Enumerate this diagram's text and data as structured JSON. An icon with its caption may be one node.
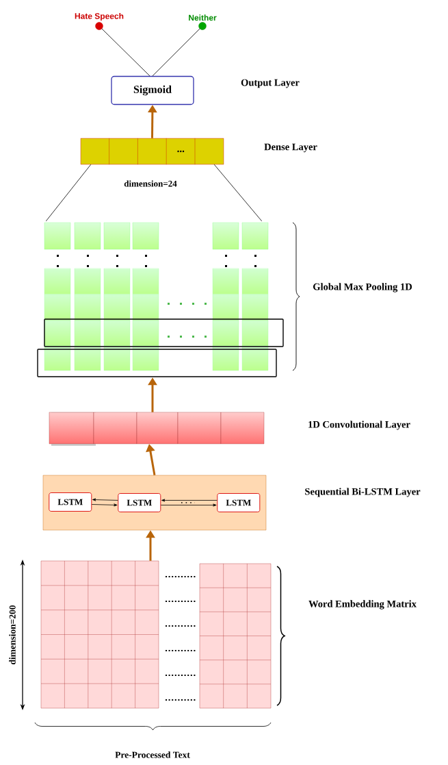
{
  "diagram": {
    "nodes": [
      {
        "text": [
          "Hate Speech"
        ]
      },
      {
        "text": [
          "Neither"
        ]
      },
      {
        "text": [
          "Sigmoid"
        ]
      },
      {
        "text": [
          "..."
        ],
        "beside": [
          "dimension=24"
        ]
      },
      {
        "text": [],
        "shape": "box"
      },
      {
        "text": [],
        "shape": "box"
      },
      {
        "text": [],
        "shape": "box"
      },
      {
        "text": [
          "LSTM"
        ],
        "in": 6
      },
      {
        "text": [
          "LSTM"
        ],
        "in": 6
      },
      {
        "text": [
          "LSTM"
        ],
        "in": 6
      },
      {
        "text": [],
        "shape": "box"
      }
    ],
    "edges": [
      {
        "from": 2,
        "to": 0,
        "arrow": "none"
      },
      {
        "from": 2,
        "to": 1,
        "arrow": "none"
      },
      {
        "from": 3,
        "to": 2,
        "arrow": "to",
        "style": "thick",
        "color": "#b8650a"
      },
      {
        "from": 4,
        "to": 3,
        "arrow": "none"
      },
      {
        "from": 4,
        "to": 3,
        "arrow": "none"
      },
      {
        "from": 5,
        "to": 4,
        "arrow": "to",
        "style": "thick",
        "color": "#b8650a"
      },
      {
        "from": 6,
        "to": 5,
        "arrow": "to",
        "style": "thick",
        "color": "#b8650a"
      },
      {
        "from": 10,
        "to": 6,
        "arrow": "to",
        "style": "thick",
        "color": "#b8650a"
      },
      {
        "from": 7,
        "to": 8,
        "arrow": "to"
      },
      {
        "from": 8,
        "to": 7,
        "arrow": "to"
      },
      {
        "from": 8,
        "to": 9,
        "arrow": "to"
      },
      {
        "from": 9,
        "to": 8,
        "arrow": "to"
      }
    ],
    "labels": [
      "Output Layer",
      "Dense Layer",
      "Global Max Pooling 1D",
      "1D Convolutional Layer",
      "Sequential Bi-LSTM Layer",
      "dimension=200",
      "Word Embedding Matrix",
      "Pre-Processed Text"
    ]
  }
}
